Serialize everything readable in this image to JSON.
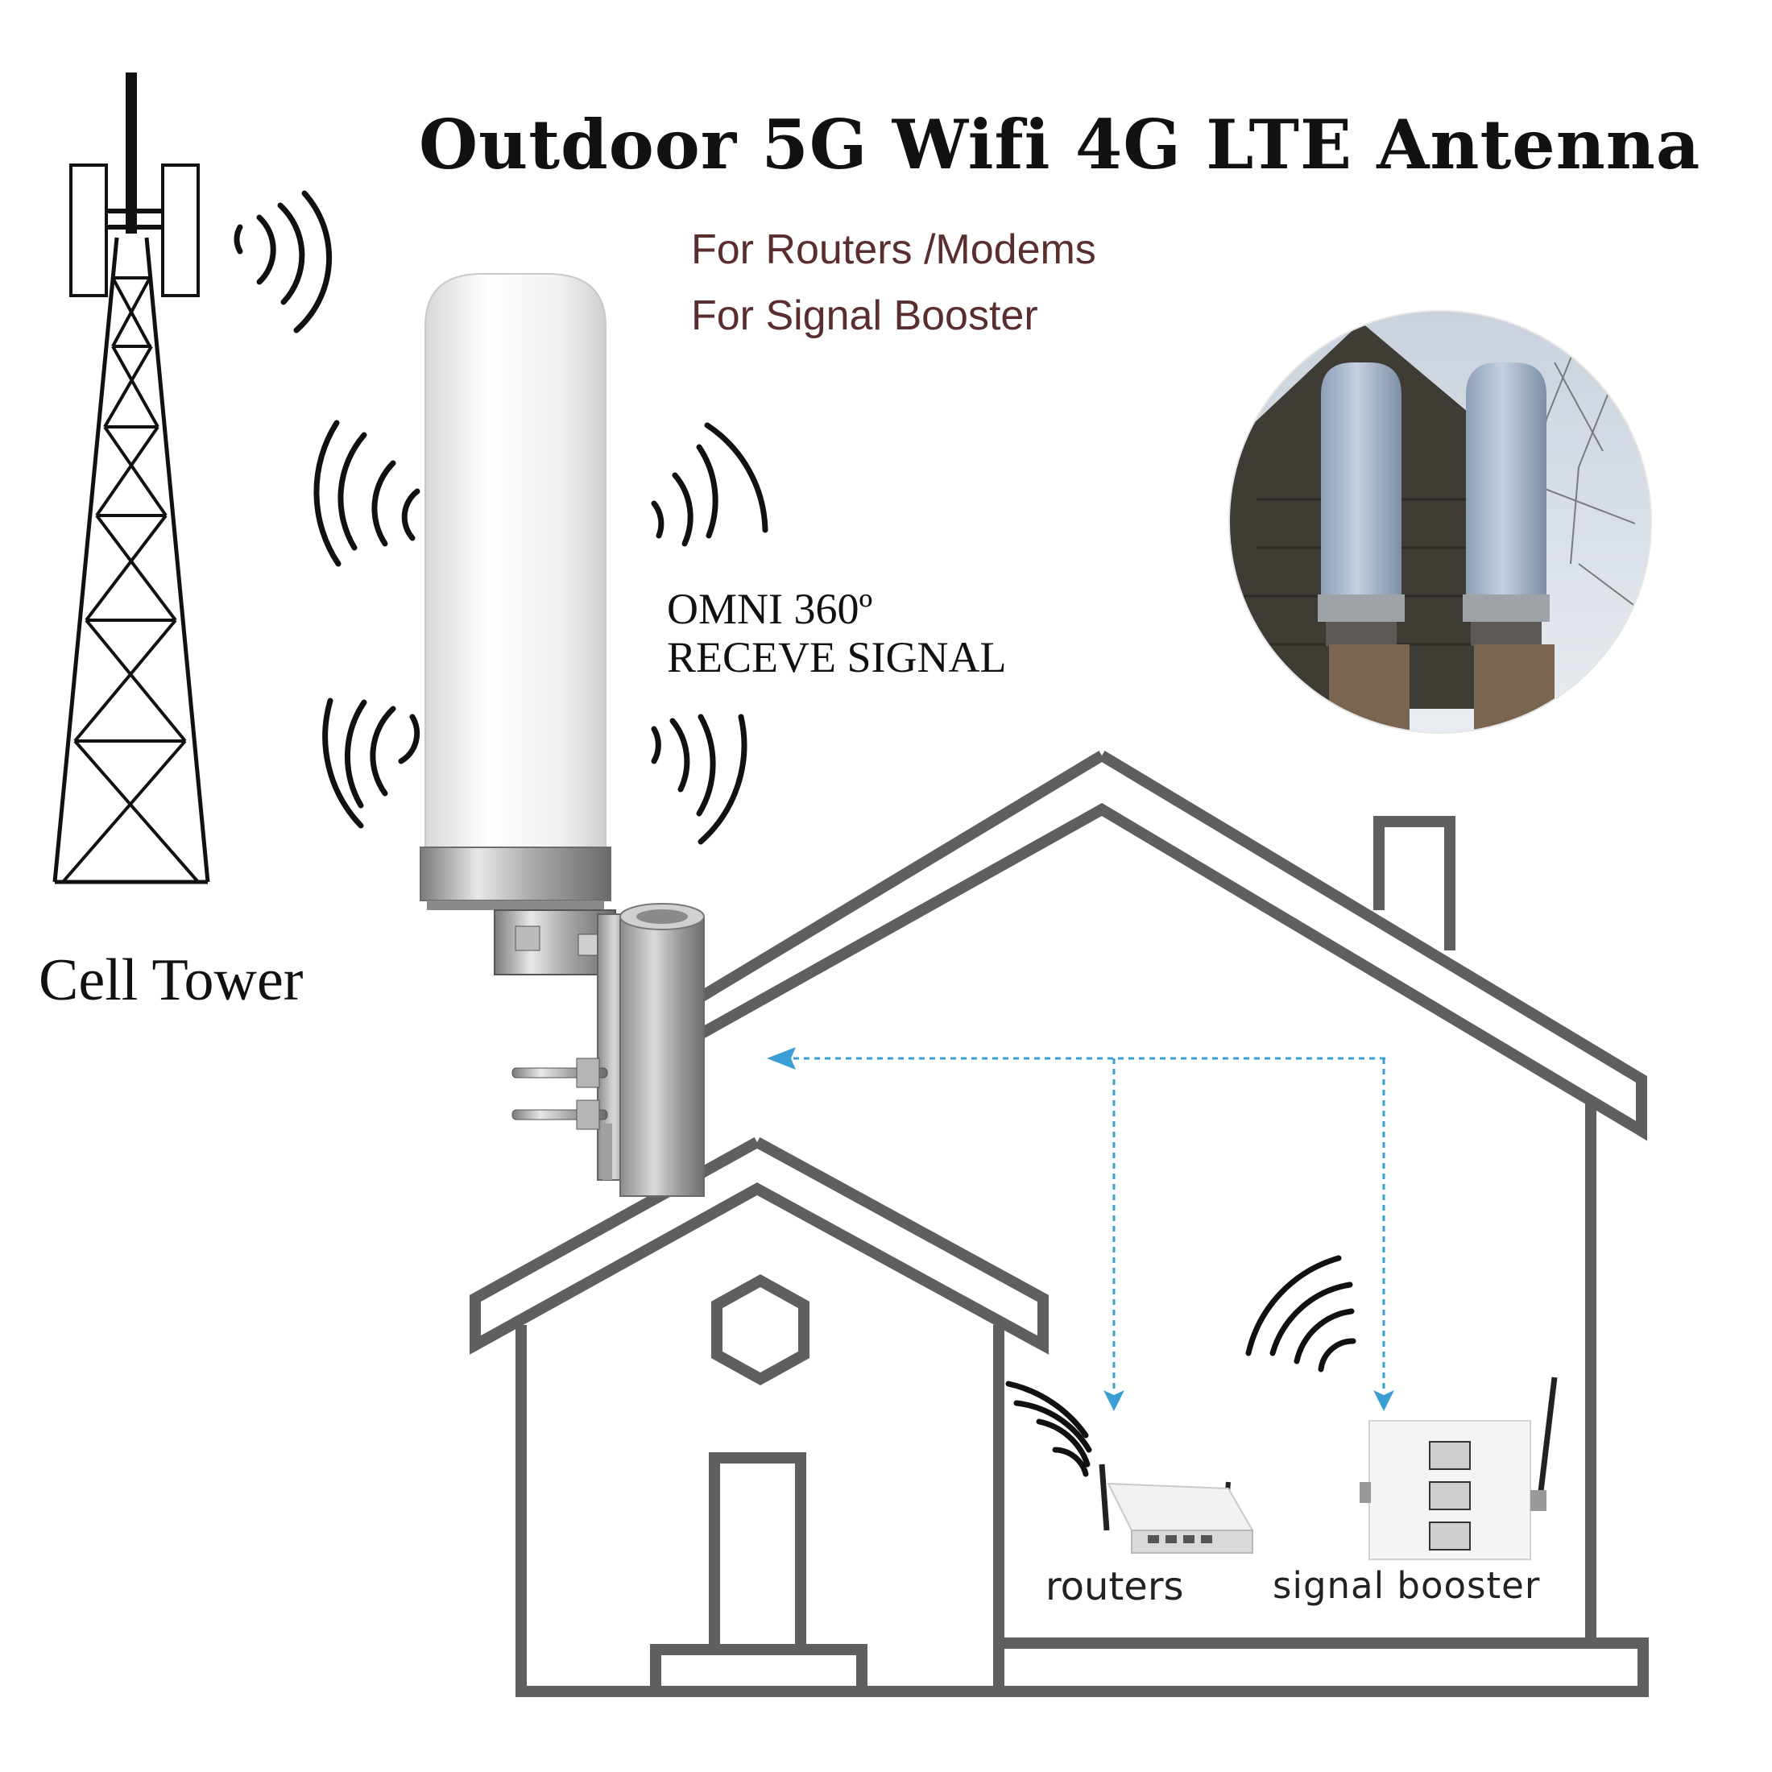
{
  "title": "Outdoor 5G Wifi 4G LTE Antenna",
  "subtitle_lines": [
    "For Routers /Modems",
    "For Signal Booster"
  ],
  "omni_label": [
    "OMNI 360º",
    "RECEVE SIGNAL"
  ],
  "cell_tower_label": "Cell Tower",
  "device_labels": {
    "routers": "routers",
    "signal_booster": "signal booster"
  },
  "colors": {
    "title": "#111111",
    "subtitle": "#5a2e2e",
    "house_outline": "#5f5f5f",
    "arrow": "#3a9fd4",
    "tower": "#111111"
  },
  "icons": [
    "cell-tower-icon",
    "antenna-icon",
    "house-icon",
    "router-icon",
    "signal-booster-icon",
    "wifi-wave-icon",
    "photo-inset"
  ]
}
